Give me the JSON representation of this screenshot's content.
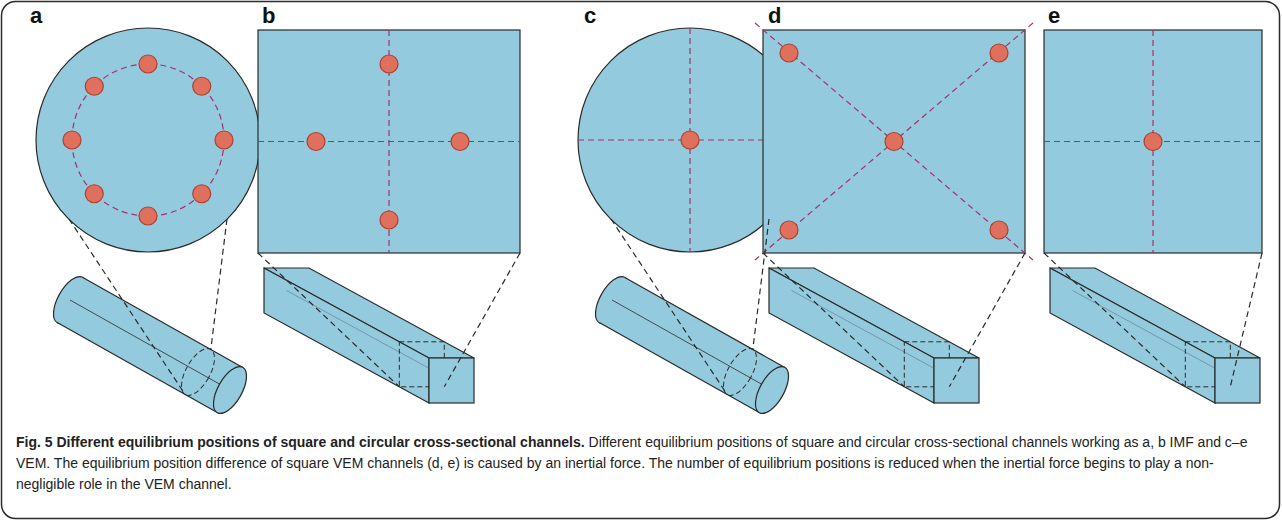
{
  "diagram": {
    "title": "Fig. 5 Different equilibrium positions of square and circular cross-sectional channels.",
    "caption": "Different equilibrium positions of square and circular cross-sectional channels working as a, b IMF and c–e VEM. The equilibrium position difference of square VEM channels (d, e) is caused by an inertial force. The number of equilibrium positions is reduced when the inertial force begins to play a non-negligible role in the VEM channel.",
    "labels": [
      "a",
      "b",
      "c",
      "d",
      "e"
    ]
  }
}
